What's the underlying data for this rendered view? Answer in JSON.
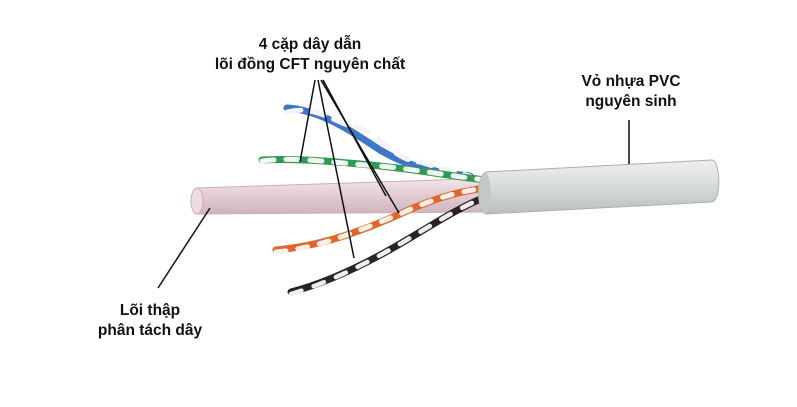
{
  "annotations": {
    "wire_pairs": {
      "line1": "4 cặp dây dẫn",
      "line2": "lõi đồng CFT nguyên chất"
    },
    "jacket": {
      "line1": "Vỏ nhựa PVC",
      "line2": "nguyên sinh"
    },
    "separator_core": {
      "line1": "Lõi thập",
      "line2": "phân tách dây"
    }
  },
  "colors": {
    "jacket": "#d7dbd8",
    "separator": "#e6cfd7",
    "pair_blue": "#3f76c8",
    "pair_green": "#2f9a55",
    "pair_orange": "#e0672b",
    "pair_brown": "#2a2322",
    "leader_line": "#111111"
  }
}
